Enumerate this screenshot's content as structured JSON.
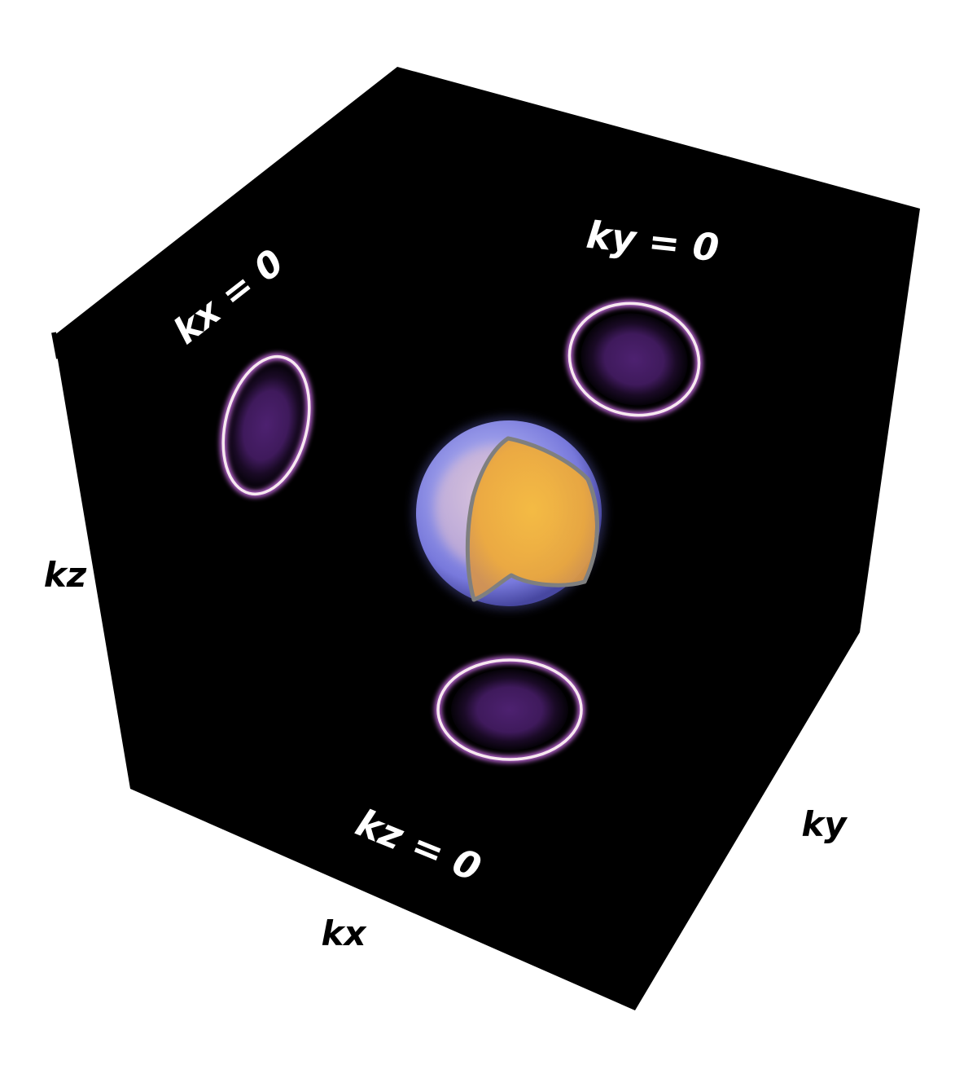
{
  "plane_labels": {
    "kx_plane": "kx = 0",
    "ky_plane": "ky = 0",
    "kz_plane": "kz = 0"
  },
  "axis_labels": {
    "kx": "kx",
    "ky": "ky",
    "kz": "kz"
  },
  "colors": {
    "background": "#000000",
    "ring": "#f5e6ee",
    "ring_glow": "#b05fc8",
    "disk": "#4a1f66",
    "sphere_outer": "#8d8ff2",
    "sphere_inner": "#f0b23a",
    "cut_outline": "#7d7d7d"
  }
}
